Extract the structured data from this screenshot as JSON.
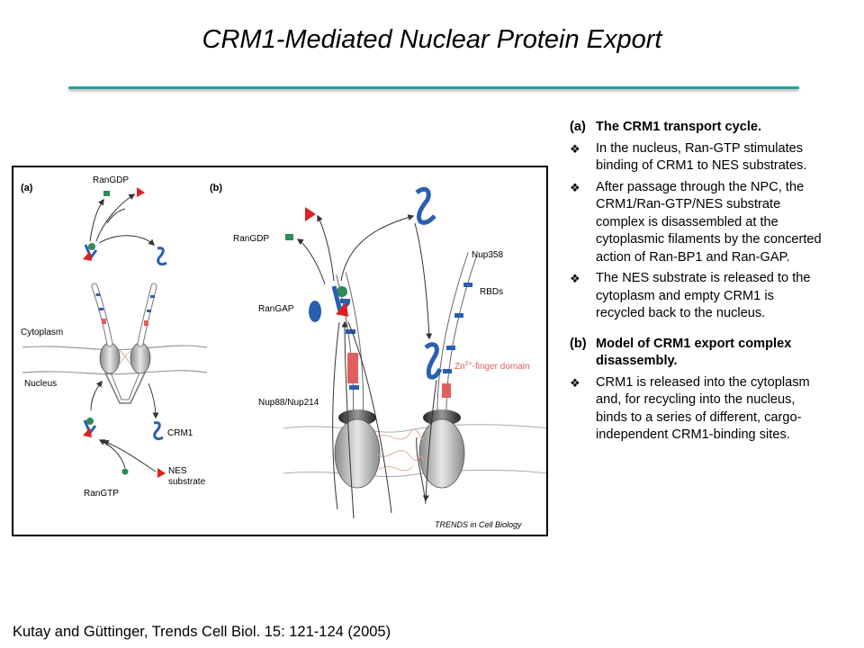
{
  "title": "CRM1-Mediated Nuclear Protein Export",
  "figure": {
    "panel_a": {
      "label": "(a)",
      "ran_gdp": "RanGDP",
      "cytoplasm": "Cytoplasm",
      "nucleus": "Nucleus",
      "crm1": "CRM1",
      "nes_line1": "NES",
      "nes_line2": "substrate",
      "ran_gtp": "RanGTP"
    },
    "panel_b": {
      "label": "(b)",
      "ran_gdp": "RanGDP",
      "ran_gap": "RanGAP",
      "nup358": "Nup358",
      "rbds": "RBDs",
      "zn_prefix": "Zn",
      "zn_sup": "2+",
      "zn_suffix": "-finger domain",
      "nup88": "Nup88/Nup214"
    },
    "credit": "TRENDS in Cell Biology"
  },
  "notes": {
    "section_a": {
      "tag": "(a)",
      "heading": "The CRM1 transport cycle.",
      "bullets": [
        "In the nucleus, Ran-GTP stimulates binding of CRM1 to NES substrates.",
        "After passage through the NPC, the CRM1/Ran-GTP/NES substrate complex is disassembled at the cytoplasmic filaments by the concerted action of Ran-BP1 and Ran-GAP.",
        "The NES substrate is released to the cytoplasm and empty CRM1 is recycled back to the nucleus."
      ]
    },
    "section_b": {
      "tag": "(b)",
      "heading": "Model of CRM1 export complex disassembly.",
      "bullets": [
        "CRM1 is released into the cytoplasm and, for recycling into the nucleus, binds to a series of different, cargo-independent CRM1-binding sites."
      ]
    },
    "bullet_mark": "❖"
  },
  "citation": "Kutay and Güttinger, Trends Cell Biol. 15: 121-124 (2005)",
  "colors": {
    "rule": "#2aa198",
    "crm1_blue": "#2a5fb0",
    "nes_red": "#e02020",
    "ran_green": "#2e8b57",
    "segment_red": "#e06060",
    "pore_gray": "#b8b8b8"
  }
}
